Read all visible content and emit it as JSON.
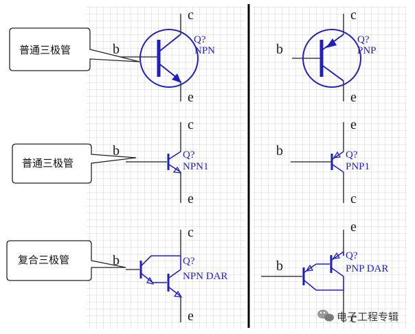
{
  "colors": {
    "wire": "#1a1a1a",
    "symbol": "#1f1fbf",
    "grid": "#c8c8c8",
    "divider": "#000000",
    "watermark": "#3a3a3a"
  },
  "callouts": {
    "normal_top": "普通三极管",
    "normal_mid": "普通三极管",
    "compound": "复合三极管"
  },
  "left": {
    "row1": {
      "b": "b",
      "c": "c",
      "e": "e",
      "ref": "Q?",
      "type": "NPN"
    },
    "row2": {
      "b": "b",
      "c": "c",
      "e": "e",
      "ref": "Q?",
      "type": "NPN1"
    },
    "row3": {
      "b": "b",
      "c": "c",
      "e": "e",
      "ref": "Q?",
      "type": "NPN DAR"
    }
  },
  "right": {
    "row1": {
      "b": "b",
      "c": "c",
      "e": "e",
      "ref": "Q?",
      "type": "PNP"
    },
    "row2": {
      "b": "b",
      "c": "e",
      "e": "c",
      "ref": "Q?",
      "type": "PNP1"
    },
    "row3": {
      "b": "b",
      "c": "e",
      "e": "c",
      "ref": "Q?",
      "type": "PNP DAR"
    }
  },
  "watermark": {
    "icon": "wechat-icon",
    "text": "电子工程专辑"
  }
}
